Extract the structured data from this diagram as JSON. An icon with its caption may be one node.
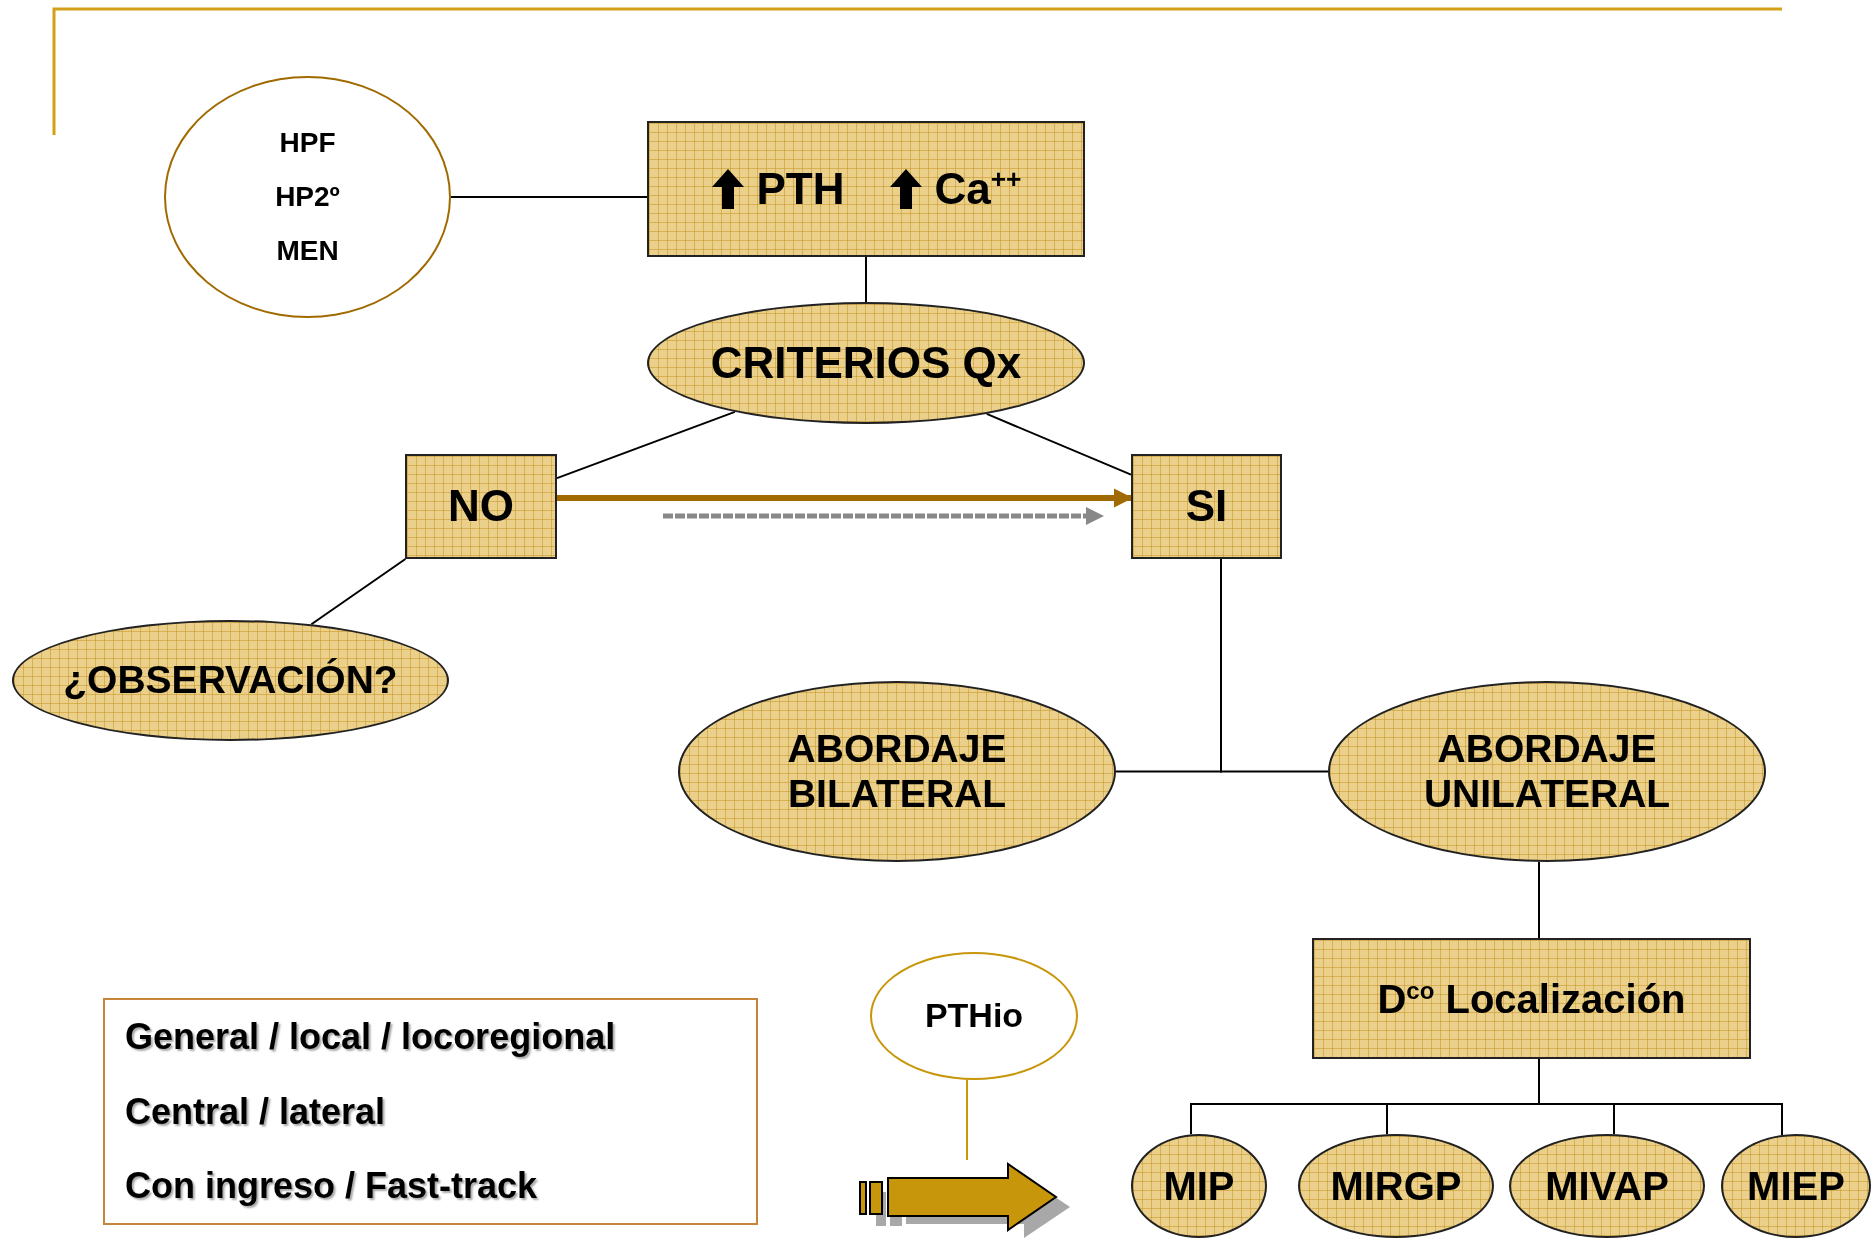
{
  "diagram": {
    "nodes": [
      {
        "text": [
          "HPF",
          "HP2º",
          "MEN"
        ]
      },
      {
        "text": [
          "PTH",
          "Ca$^{++}$"
        ]
      },
      {
        "text": [
          "CRITERIOS Qx"
        ]
      },
      {
        "text": [
          "NO"
        ]
      },
      {
        "text": [
          "SI"
        ]
      },
      {
        "text": [
          "¿OBSERVACIÓN?"
        ]
      },
      {
        "text": [
          "ABORDAJE BILATERAL"
        ]
      },
      {
        "text": [
          "ABORDAJE UNILATERAL"
        ]
      },
      {
        "text": [
          "D$^{co}$ Localización"
        ]
      },
      {
        "text": [
          "MIP"
        ]
      },
      {
        "text": [
          "MIRGP"
        ]
      },
      {
        "text": [
          "MIVAP"
        ]
      },
      {
        "text": [
          "MIEP"
        ]
      },
      {
        "text": [
          "General / local / locoregional",
          "Central / lateral",
          "Con ingreso / Fast-track"
        ]
      },
      {
        "text": [
          "PTHio"
        ]
      },
      {
        "text": [],
        "shape": "arrow"
      }
    ],
    "edges": [
      {
        "from": 0,
        "to": 1,
        "arrow": "none"
      },
      {
        "from": 1,
        "to": 2,
        "arrow": "none"
      },
      {
        "from": 2,
        "to": 3,
        "arrow": "none"
      },
      {
        "from": 2,
        "to": 4,
        "arrow": "none"
      },
      {
        "from": 3,
        "to": 4,
        "arrow": "to",
        "style": "thick",
        "color": "#a06a00"
      },
      {
        "from": 3,
        "to": 5,
        "arrow": "none"
      },
      {
        "from": 4,
        "to": 6,
        "arrow": "none"
      },
      {
        "from": 4,
        "to": 7,
        "arrow": "none"
      },
      {
        "from": 7,
        "to": 8,
        "arrow": "none"
      },
      {
        "from": 8,
        "to": 9,
        "arrow": "none"
      },
      {
        "from": 8,
        "to": 10,
        "arrow": "none"
      },
      {
        "from": 8,
        "to": 11,
        "arrow": "none"
      },
      {
        "from": 8,
        "to": 12,
        "arrow": "none"
      },
      {
        "from": 14,
        "to": 15,
        "arrow": "none",
        "color": "#c8960a"
      }
    ]
  }
}
